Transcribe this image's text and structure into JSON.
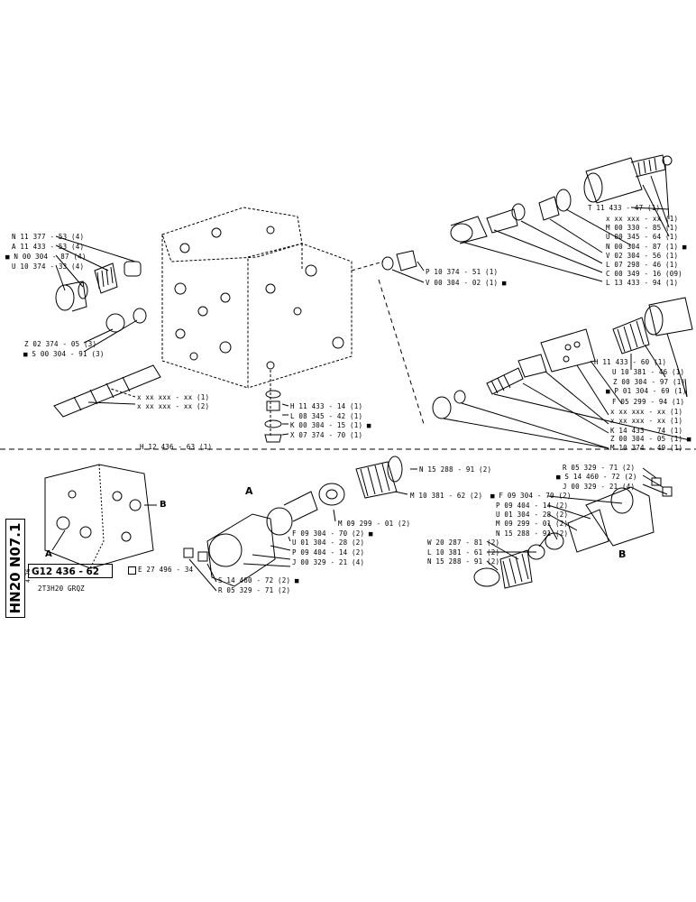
{
  "sheet": {
    "vertical_title": "HN20 N07.1",
    "date": "4-76",
    "reference": "G12 436 - 62",
    "e_ref": "E 27 496 - 34",
    "model": "2T3H20  GRQZ"
  },
  "views": {
    "a": "A",
    "b": "B"
  },
  "top_left_labels": [
    "N 11 377 - 53 (4)",
    "A 11 433 - 53 (4)",
    "■ N 00 304 - 87 (4)",
    "U 10 374 - 33 (4)"
  ],
  "mid_left_labels": [
    "Z 02 374 - 05 (3)",
    "■ S 00 304 - 91 (3)"
  ],
  "spool_labels": [
    "x xx xxx - xx (1)",
    "x xx xxx - xx (2)"
  ],
  "bottom_center_labels": [
    "H 11 433 - 14 (1)",
    "L 08 345 - 42 (1)",
    "K 00 304 - 15 (1) ■",
    "X 07 374 - 70 (1)"
  ],
  "housing_label": "H 12 436 - 63 (1)",
  "plug_labels": [
    "P 10 374 - 51 (1)",
    "V 00 304 - 02 (1) ■"
  ],
  "upper_right_labels": [
    "T 11 433 - 47 (1)",
    "x xx xxx - xx (1)",
    "M 00 330 - 85 (1)",
    "U 00 345 - 64 (1)",
    "N 00 304 - 87 (1) ■",
    "V 02 304 - 56 (1)",
    "L 07 298 - 46 (1)",
    "C 00 349 - 16 (09)",
    "L 13 433 - 94 (1)"
  ],
  "lower_right_labels": [
    "H 11 433 - 60 (1)",
    "U 10 381 - 46 (1)",
    "Z 00 304 - 97 (1)",
    "■ P 01 304 - 69 (1)",
    "F 05 299 - 94 (1)",
    "x xx xxx - xx (1)",
    "x xx xxx - xx (1)",
    "K 14 433 - 74 (1)",
    "Z 00 304 - 05 (1) ■",
    "M 10 374 - 49 (1)"
  ],
  "view_a_labels": [
    "N 15 288 - 91 (2)",
    "M 10 381 - 62 (2)",
    "M 09 299 - 01 (2)",
    "F 09 304 - 70 (2) ■",
    "U 01 304 - 28 (2)",
    "P 09 404 - 14 (2)",
    "J 00 329 - 21 (4)",
    "S 14 460 - 72 (2) ■",
    "R 05 329 - 71 (2)"
  ],
  "view_b_labels_top": [
    "R 05 329 - 71 (2)",
    "■ S 14 460 - 72 (2)",
    "J 00 329 - 21 (4)"
  ],
  "view_b_labels_left": [
    "■ F 09 304 - 70 (2)",
    "P 09 404 - 14 (2)",
    "U 01 304 - 28 (2)",
    "M 09 299 - 01 (2)",
    "N 15 288 - 91 (2)"
  ],
  "view_b_labels_bottom": [
    "W 20 287 - 81 (2)",
    "L 10 381 - 61 (2)",
    "N 15 288 - 91 (2)"
  ]
}
